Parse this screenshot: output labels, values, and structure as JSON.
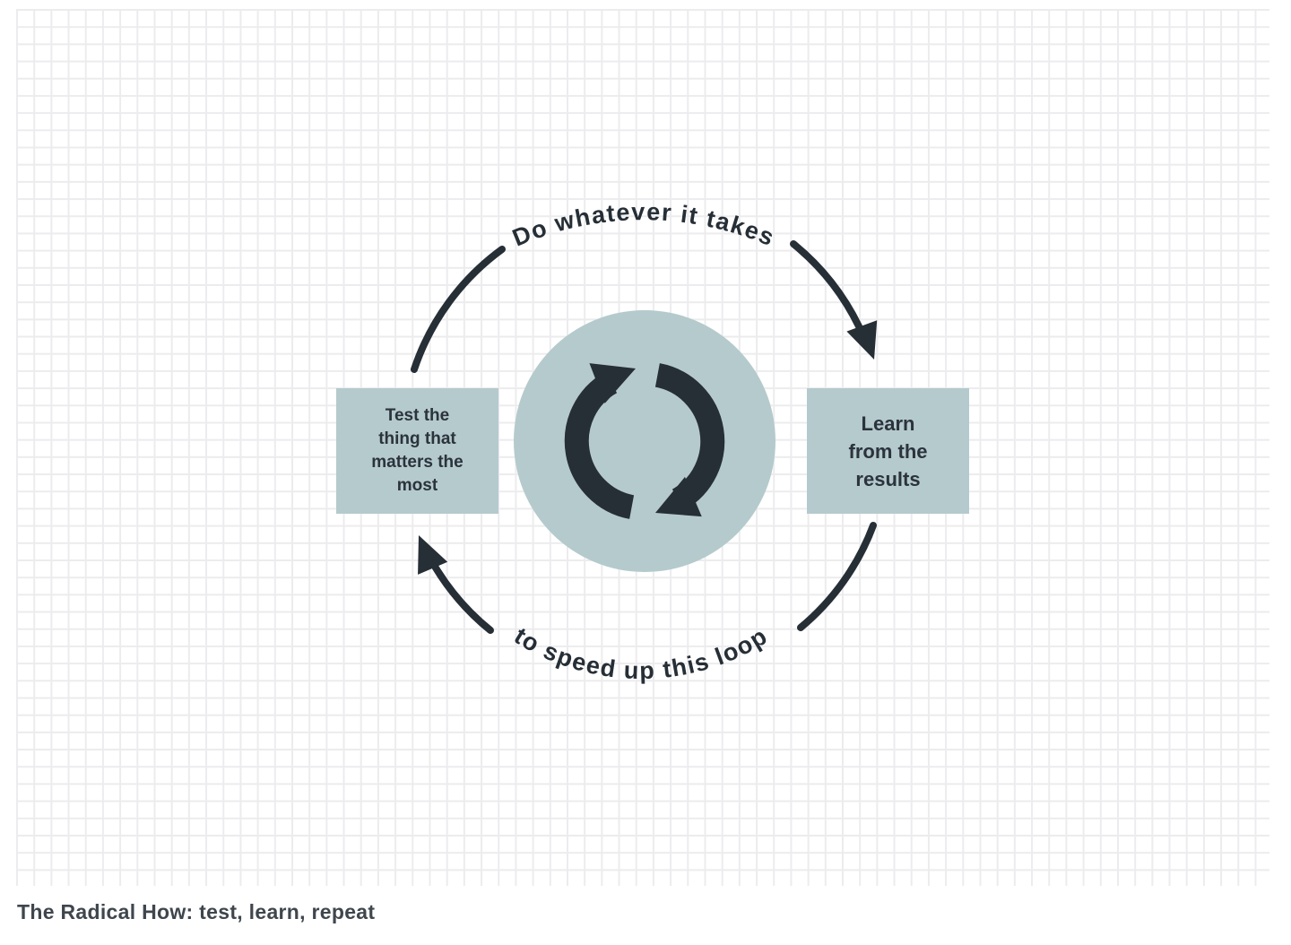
{
  "diagram": {
    "top_label": "Do whatever it takes",
    "bottom_label": "to speed up this loop",
    "left_box_text": "Test the\nthing that\nmatters the\nmost",
    "right_box_text": "Learn\nfrom the\nresults",
    "caption": "The Radical How: test, learn, repeat",
    "colors": {
      "accent_sage": "#b5cacc",
      "ink": "#262e36",
      "box_text": "#2b333c",
      "caption_text": "#3f464d",
      "grid_line": "#ececee",
      "background": "#ffffff"
    }
  }
}
